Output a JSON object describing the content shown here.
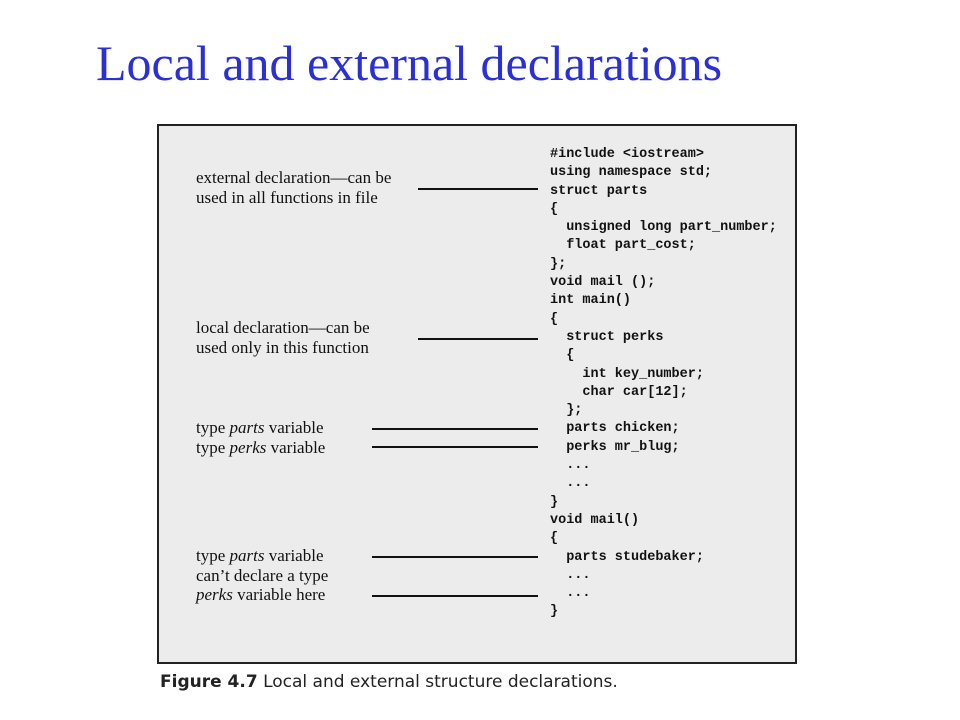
{
  "title": "Local and external declarations",
  "code_lines": [
    "#include <iostream>",
    "using namespace std;",
    "struct parts",
    "{",
    "  unsigned long part_number;",
    "  float part_cost;",
    "};",
    "void mail ();",
    "int main()",
    "{",
    "  struct perks",
    "  {",
    "    int key_number;",
    "    char car[12];",
    "  };",
    "  parts chicken;",
    "  perks mr_blug;",
    "  ...",
    "  ...",
    "}",
    "void mail()",
    "{",
    "  parts studebaker;",
    "  ...",
    "  ...",
    "}"
  ],
  "annotations": {
    "external": {
      "line1": "external declaration—can be",
      "line2": "used in all functions in file"
    },
    "local": {
      "line1": "local declaration—can be",
      "line2": "used only in this function"
    },
    "main_vars": {
      "parts_prefix": "type ",
      "parts_word": "parts",
      "parts_suffix": " variable",
      "perks_prefix": "type ",
      "perks_word": "perks",
      "perks_suffix": " variable"
    },
    "mail_vars": {
      "l1_prefix": "type ",
      "l1_word": "parts",
      "l1_suffix": " variable",
      "l2": "can’t declare a type",
      "l3_word": "perks",
      "l3_suffix": " variable here"
    }
  },
  "caption": {
    "number": "Figure 4.7",
    "text": " Local and external structure declarations."
  },
  "colors": {
    "title": "#2b2fd6",
    "figure_bg": "#ececec"
  }
}
